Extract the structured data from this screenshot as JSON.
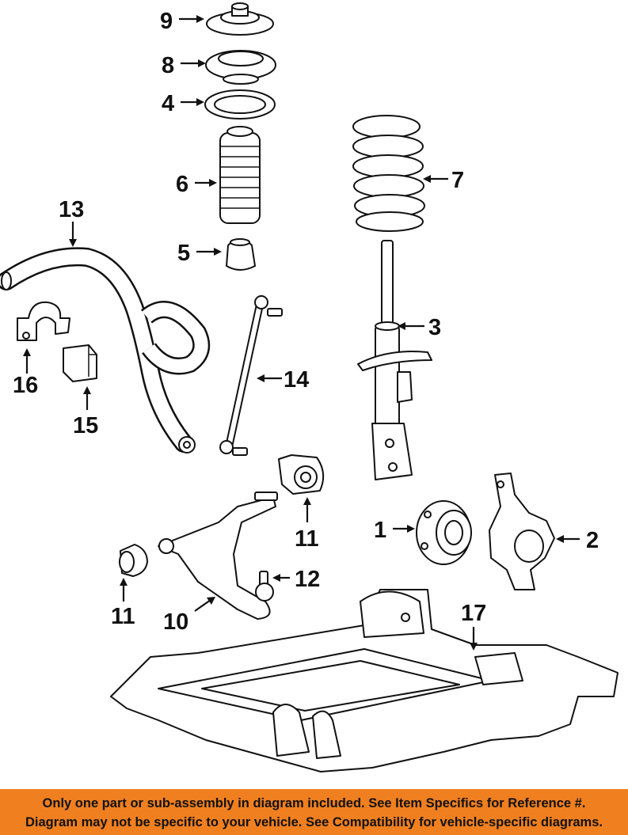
{
  "labels": {
    "l1": "1",
    "l2": "2",
    "l3": "3",
    "l4": "4",
    "l5": "5",
    "l6": "6",
    "l7": "7",
    "l8": "8",
    "l9": "9",
    "l10": "10",
    "l11a": "11",
    "l11b": "11",
    "l12": "12",
    "l13": "13",
    "l14": "14",
    "l15": "15",
    "l16": "16",
    "l17": "17"
  },
  "banner": {
    "line1": "Only one part or sub-assembly in diagram included. See Item Specifics for Reference #.",
    "line2": "Diagram may not be specific to your vehicle. See Compatibility for vehicle-specific diagrams.",
    "color": "#f07f20"
  }
}
